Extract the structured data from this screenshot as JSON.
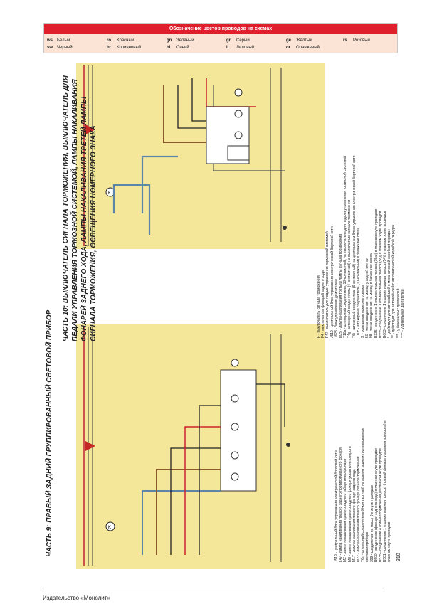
{
  "legend": {
    "title": "Обозначение цветов проводов на схемах",
    "row1": [
      {
        "code": "ws",
        "name": "Белый"
      },
      {
        "code": "ro",
        "name": "Красный"
      },
      {
        "code": "gn",
        "name": "Зелёный"
      },
      {
        "code": "gr",
        "name": "Серый"
      },
      {
        "code": "ge",
        "name": "Жёлтый"
      },
      {
        "code": "rs",
        "name": "Розовый"
      }
    ],
    "row2": [
      {
        "code": "sw",
        "name": "Черный"
      },
      {
        "code": "br",
        "name": "Коричневый"
      },
      {
        "code": "bl",
        "name": "Синий"
      },
      {
        "code": "li",
        "name": "Лиловый"
      },
      {
        "code": "or",
        "name": "Оранжевый"
      }
    ]
  },
  "part9": {
    "title": "ЧАСТЬ 9: ПРАВЫЙ ЗАДНИЙ ГРУППИРОВАННЫЙ СВЕТОВОЙ ПРИБОР",
    "legend_lines": [
      "J519 - центральный блок управления электрической бортовой сети",
      "L47 - лампа накаливания правого заднего противотуманного фонаря",
      "M2 - лампа накаливания правого заднего габаритного фонаря",
      "M8 - лампа накаливания правого заднего фонаря указателя поворота",
      "M17 - лампа накаливания правого фонаря заднего хода",
      "M22 - лампа накаливания правого фонаря сигнала торможения",
      "T6n - штекерный соединитель (6-контактный) на правом заднем группированном световом приборе",
      "399 - соединение на массу 3 в жгуте проводов",
      "B500 - соединение (фонари заднего хода) в главном жгуте проводов",
      "B535 - соединение 4 (сигнал торможения) в главном жгуте проводов",
      "B581 - соединение 1 (положительная полоса) (правый фонарь указателя поворота) в главном жгуте проводов"
    ]
  },
  "part10": {
    "title": "ЧАСТЬ 10: ВЫКЛЮЧАТЕЛЬ СИГНАЛА ТОРМОЖЕНИЯ, ВЫКЛЮЧАТЕЛЬ ДЛЯ ПЕДАЛИ УПРАВЛЕНИЯ ТОРМОЗНОЙ СИСТЕМОЙ, ЛАМПЫ НАКАЛИВАНИЯ ФОНАРЕЙ ЗАДНЕГО ХОДА, ЛАМПЫ НАКАЛИВАНИЯ ТРЕТЕЙ ЛАМПЫ СИГНАЛА ТОРМОЖЕНИЯ, ОСВЕЩЕНИЯ НОМЕРНОГО ЗНАКА",
    "legend_lines": [
      "F - выключатель сигнала торможения",
      "F4 - выключатель фонарей заднего хода",
      "F47 - выключатель для педали управления тормозной системой",
      "J519 - центральный блок управления электрической бортовой сети",
      "J623 - блок управления двигателем",
      "M25 - лампа накаливания третьей лампы сигнала торможения",
      "T10a - штекерный соединитель, 10-контактный, на выключателе для педали управления тормозной системой",
      "T4g - штекерный соединитель (4-контактный) на выключателе сигнала торможения",
      "T6i - штекерный соединитель (6-контактный) на центральном блоке управления электрической бортовой сети",
      "T10c - штекерный соединитель (10-контактный) в багажнике слева",
      "X - освещение номерного знака",
      "50 - точка соединения на массу, у задней стенки",
      "98 - точка соединения на массу, в багажнике слева",
      "B335 - соединение 1 (положительная полоса (15a)) в главном жгуте проводов",
      "B555 - соединение 1 (положительная полоса (58)) в главном жгуте проводов",
      "B603 - соединение 1 (положительная полоса (54)) в главном жгуте проводов",
      "* - действует для автомобилей с механической коробкой передач",
      "** - действует для автомобилей с автоматической коробкой передач",
      "*** - у бензиновых двигателей",
      "**** - у дизельных двигателей"
    ]
  },
  "footer": {
    "publisher": "Издательство «Монолит»",
    "page": "310"
  },
  "colors": {
    "red": "#e01f2d",
    "peach": "#fbe4d5",
    "yellow_band": "#f5e79a",
    "wire_blue": "#5b86a8",
    "wire_brown": "#8b5a2b",
    "wire_black": "#222222"
  }
}
